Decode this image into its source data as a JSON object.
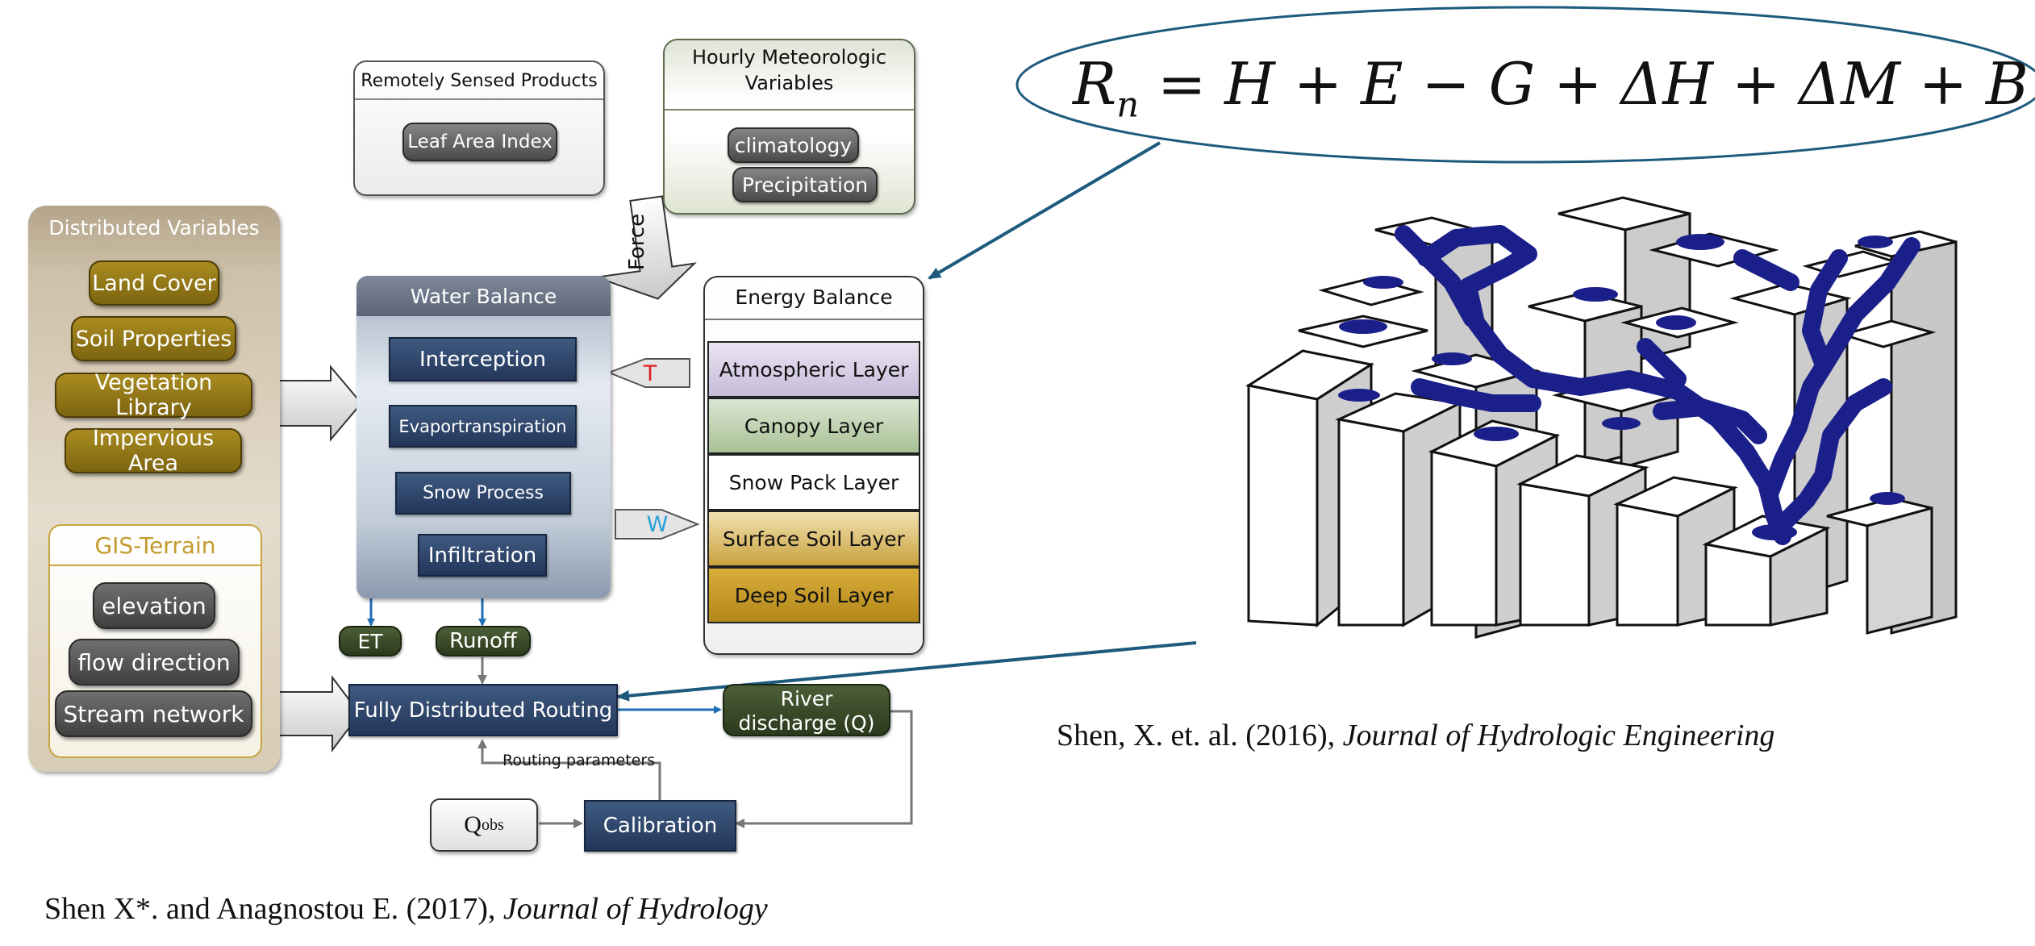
{
  "distributed": {
    "title": "Distributed Variables",
    "items": [
      "Land Cover",
      "Soil Properties",
      "Vegetation Library",
      "Impervious Area"
    ],
    "gis_title": "GIS-Terrain",
    "gis_items": [
      "elevation",
      "flow direction",
      "Stream network"
    ]
  },
  "remote": {
    "title": "Remotely Sensed Products",
    "items": [
      "Leaf Area Index"
    ]
  },
  "meteo": {
    "title_line1": "Hourly Meteorologic",
    "title_line2": "Variables",
    "items": [
      "climatology",
      "Precipitation"
    ]
  },
  "force_label": "Force",
  "water_balance": {
    "title": "Water Balance",
    "steps": [
      "Interception",
      "Evaportranspiration",
      "Snow Process",
      "Infiltration"
    ]
  },
  "energy_balance": {
    "title": "Energy Balance",
    "layers": [
      "Atmospheric Layer",
      "Canopy Layer",
      "Snow Pack Layer",
      "Surface Soil Layer",
      "Deep Soil Layer"
    ]
  },
  "arrows": {
    "t": "T",
    "w": "W"
  },
  "outputs": {
    "et": "ET",
    "runoff": "Runoff"
  },
  "routing": {
    "title": "Fully Distributed Routing",
    "river_line1": "River",
    "river_line2": "discharge (Q)",
    "params": "Routing parameters",
    "calibration": "Calibration",
    "qobs_main": "Q",
    "qobs_sub": "obs"
  },
  "equation": {
    "lhs": "R",
    "lhs_sub": "n",
    "rhs": "= H + E − G + ΔH + ΔM + B"
  },
  "references": {
    "ref1_plain": "Shen X*. and Anagnostou E. (2017), ",
    "ref1_italic": "Journal of Hydrology",
    "ref2_plain": "Shen, X. et. al. (2016), ",
    "ref2_italic": "Journal of Hydrologic Engineering"
  },
  "colors": {
    "gold": "#8f7418",
    "navy": "#2d4266",
    "dark_green": "#37482a",
    "connector": "#1f6fb5",
    "stream": "#1b1f8a",
    "t_label": "#e02020",
    "w_label": "#2a9fd8"
  }
}
